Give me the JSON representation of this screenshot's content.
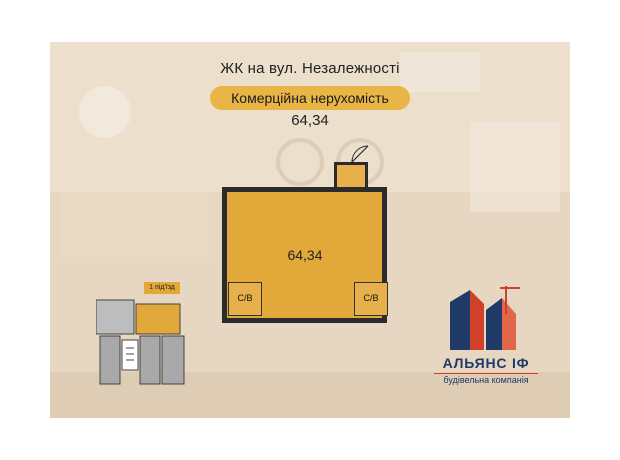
{
  "header": {
    "title": "ЖК на вул. Незалежності",
    "category": "Комерційна нерухомість",
    "area": "64,34"
  },
  "plan": {
    "area_label": "64,34",
    "wc_left": "С/В",
    "wc_right": "С/В"
  },
  "mini_plan": {
    "floor_badge": "1 під'їзд"
  },
  "logo": {
    "name": "АЛЬЯНС ІФ",
    "tagline": "будівельна компанія"
  },
  "colors": {
    "accent": "#e2a83a",
    "brand_blue": "#1f3a66",
    "brand_red": "#d0412b"
  }
}
